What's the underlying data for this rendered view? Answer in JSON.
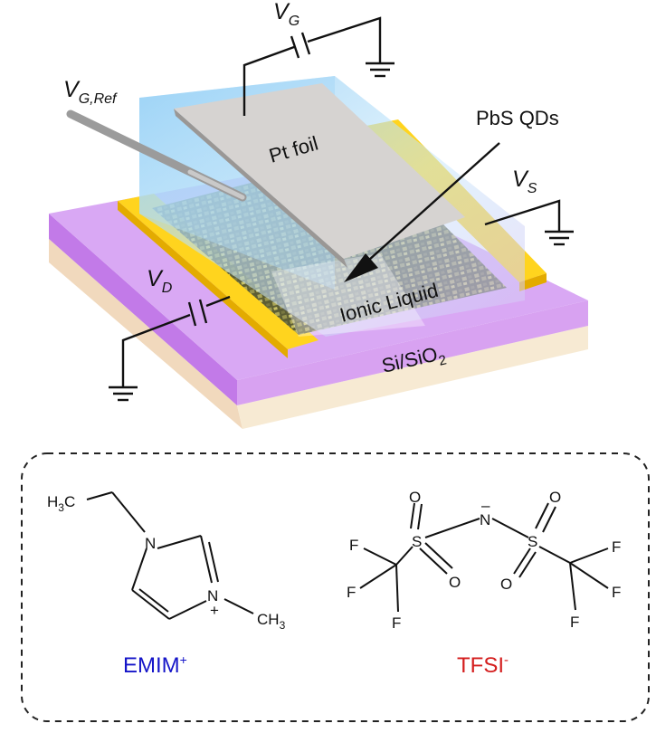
{
  "device": {
    "labels": {
      "vg": "V",
      "vg_sub": "G",
      "vgref": "V",
      "vgref_sub": "G,Ref",
      "vs": "V",
      "vs_sub": "S",
      "vd": "V",
      "vd_sub": "D",
      "pt_foil": "Pt foil",
      "pbs_qds": "PbS QDs",
      "ionic_liquid": "Ionic Liquid",
      "substrate_a": "Si/SiO",
      "substrate_sub": "2"
    },
    "colors": {
      "substrate_top": "#d29cf0",
      "substrate_side": "#c27ae8",
      "substrate_base": "#f3dfc7",
      "electrode": "#ffd21e",
      "electrode_side": "#e8b400",
      "pt_foil": "#d8d5d3",
      "ionic_liquid": "#9fd3f5",
      "quantum_dots": "#5a5e3a"
    }
  },
  "molecules": {
    "emim": {
      "name": "EMIM",
      "charge": "+",
      "color": "#1414c8",
      "atoms": {
        "ethyl": "H",
        "ethyl_sub": "3",
        "ethyl_c": "C",
        "n1": "N",
        "n3": "N",
        "n3_charge": "+",
        "methyl": "CH",
        "methyl_sub": "3"
      }
    },
    "tfsi": {
      "name": "TFSI",
      "charge": "-",
      "color": "#d41e1e",
      "atoms": {
        "n": "N",
        "n_charge": "–",
        "s": "S",
        "o": "O",
        "f": "F"
      }
    }
  }
}
